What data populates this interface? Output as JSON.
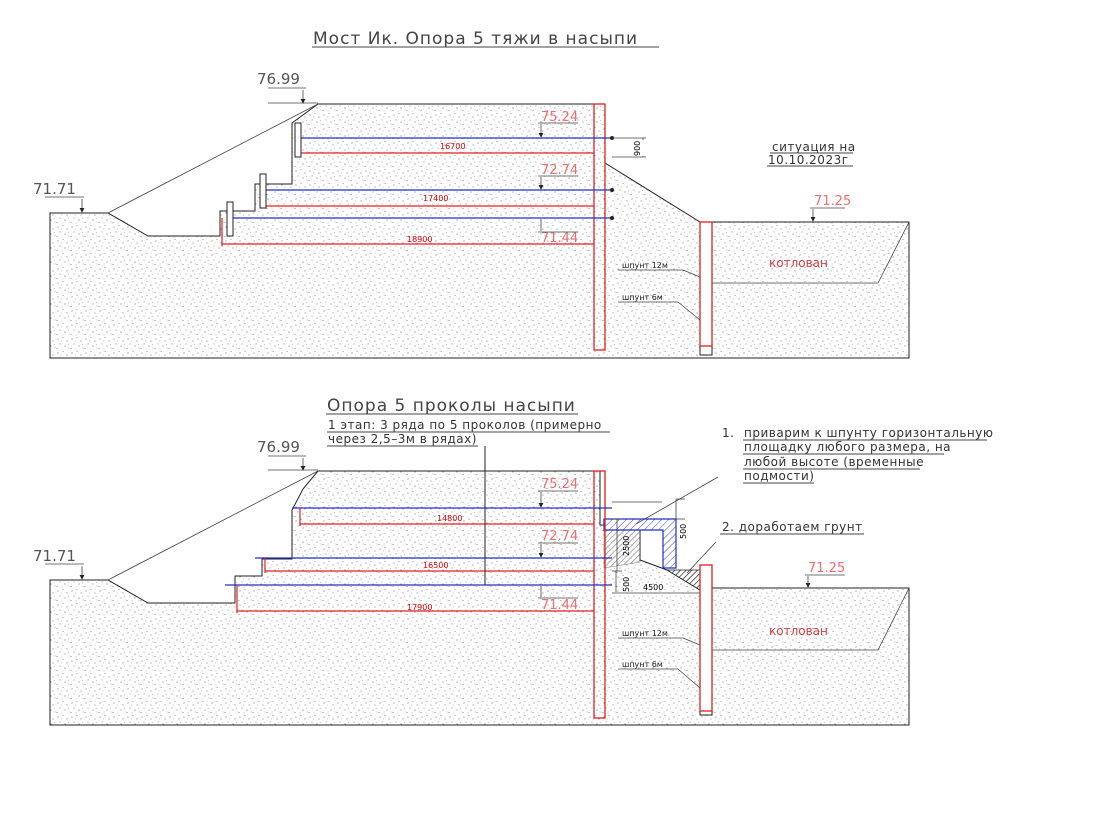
{
  "top": {
    "title": "Мост Ик. Опора 5 тяжи в насыпи",
    "elev_top": "76.99",
    "elev_left": "71.71",
    "elev_right": "71.25",
    "lvl_1": "75.24",
    "lvl_2": "72.74",
    "lvl_3": "71.44",
    "dim_1": "16700",
    "dim_2": "17400",
    "dim_3": "18900",
    "dim_900": "900",
    "situation_1": "ситуация на",
    "situation_2": "10.10.2023г",
    "sheet_12": "шпунт 12м",
    "sheet_6": "шпунт 6м",
    "pit": "котлован"
  },
  "bottom": {
    "title": "Опора 5 проколы насыпи",
    "stage_1": "1 этап: 3 ряда по 5 проколов (примерно",
    "stage_2": "через 2,5–3м в рядах)",
    "elev_top": "76.99",
    "elev_left": "71.71",
    "elev_right": "71.25",
    "lvl_1": "75.24",
    "lvl_2": "72.74",
    "lvl_3": "71.44",
    "dim_1": "14800",
    "dim_2": "16500",
    "dim_3": "17900",
    "dim_2500": "2500",
    "dim_500a": "500",
    "dim_500b": "500",
    "dim_4500": "4500",
    "note1_num": "1.",
    "note1_l1": "приварим к шпунту горизонтальную",
    "note1_l2": "площадку любого размера, на",
    "note1_l3": "любой высоте (временные",
    "note1_l4": "подмости)",
    "note2": "2. доработаем грунт",
    "sheet_12": "шпунт 12м",
    "sheet_6": "шпунт 6м",
    "pit": "котлован"
  },
  "colors": {
    "red": "#e02020",
    "blue": "#2030c0",
    "elev_red": "#e87070"
  }
}
